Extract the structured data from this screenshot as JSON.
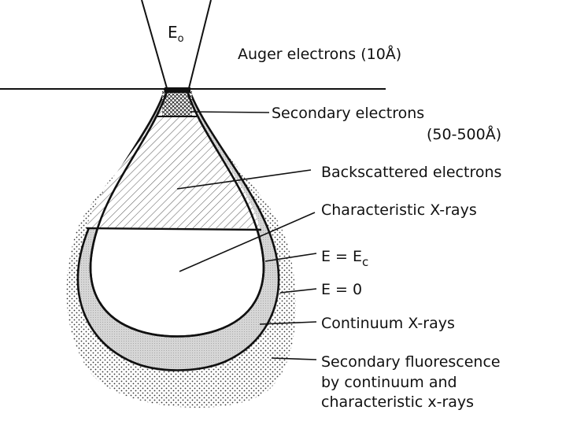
{
  "beam_label": "E",
  "beam_label_sub": "o",
  "labels": {
    "auger": "Auger electrons (10Å)",
    "secondary_electrons": "Secondary electrons",
    "secondary_depth": "(50-500Å)",
    "backscattered": "Backscattered electrons",
    "characteristic": "Characteristic X-rays",
    "e_ec_main": "E = E",
    "e_ec_sub": "c",
    "e_zero": "E = 0",
    "continuum": "Continuum X-rays",
    "fluorescence_line1": "Secondary fluorescence",
    "fluorescence_line2": "by continuum and",
    "fluorescence_line3": "characteristic x-rays"
  }
}
